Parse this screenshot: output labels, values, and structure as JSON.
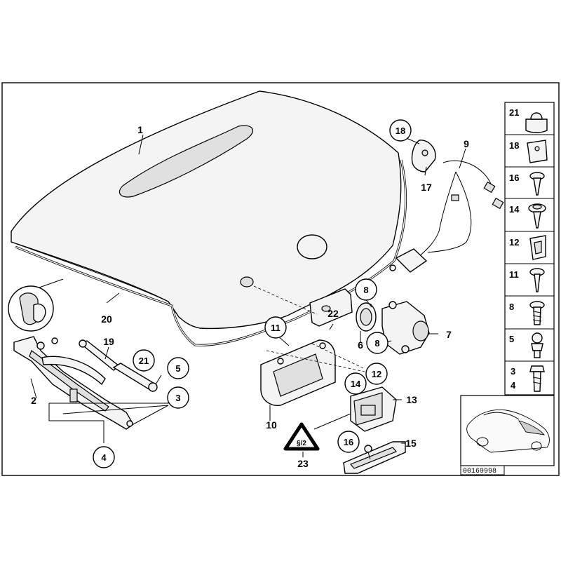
{
  "callouts": [
    {
      "id": "c1",
      "text": "1"
    },
    {
      "id": "c2",
      "text": "2"
    },
    {
      "id": "c3",
      "text": "3"
    },
    {
      "id": "c4",
      "text": "4"
    },
    {
      "id": "c5",
      "text": "5"
    },
    {
      "id": "c6",
      "text": "6"
    },
    {
      "id": "c7",
      "text": "7"
    },
    {
      "id": "c8a",
      "text": "8"
    },
    {
      "id": "c8b",
      "text": "8"
    },
    {
      "id": "c9",
      "text": "9"
    },
    {
      "id": "c10",
      "text": "10"
    },
    {
      "id": "c11",
      "text": "11"
    },
    {
      "id": "c12",
      "text": "12"
    },
    {
      "id": "c13",
      "text": "13"
    },
    {
      "id": "c14",
      "text": "14"
    },
    {
      "id": "c15",
      "text": "15"
    },
    {
      "id": "c16",
      "text": "16"
    },
    {
      "id": "c17",
      "text": "17"
    },
    {
      "id": "c18",
      "text": "18"
    },
    {
      "id": "c19",
      "text": "19"
    },
    {
      "id": "c20",
      "text": "20"
    },
    {
      "id": "c21",
      "text": "21"
    },
    {
      "id": "c22",
      "text": "22"
    },
    {
      "id": "c23",
      "text": "23"
    }
  ],
  "sidebar": {
    "items": [
      {
        "label": "21",
        "icon": "cap-nut-icon"
      },
      {
        "label": "18",
        "icon": "clip-icon"
      },
      {
        "label": "16",
        "icon": "screw-icon"
      },
      {
        "label": "14",
        "icon": "washer-screw-icon"
      },
      {
        "label": "12",
        "icon": "speed-nut-icon"
      },
      {
        "label": "11",
        "icon": "tapping-screw-icon"
      },
      {
        "label": "8",
        "icon": "flange-screw-icon"
      },
      {
        "label": "5",
        "icon": "ball-stud-icon"
      },
      {
        "label": "3",
        "label2": "4",
        "icon": "bolt-icon"
      }
    ]
  },
  "diagram_code": "00169998"
}
